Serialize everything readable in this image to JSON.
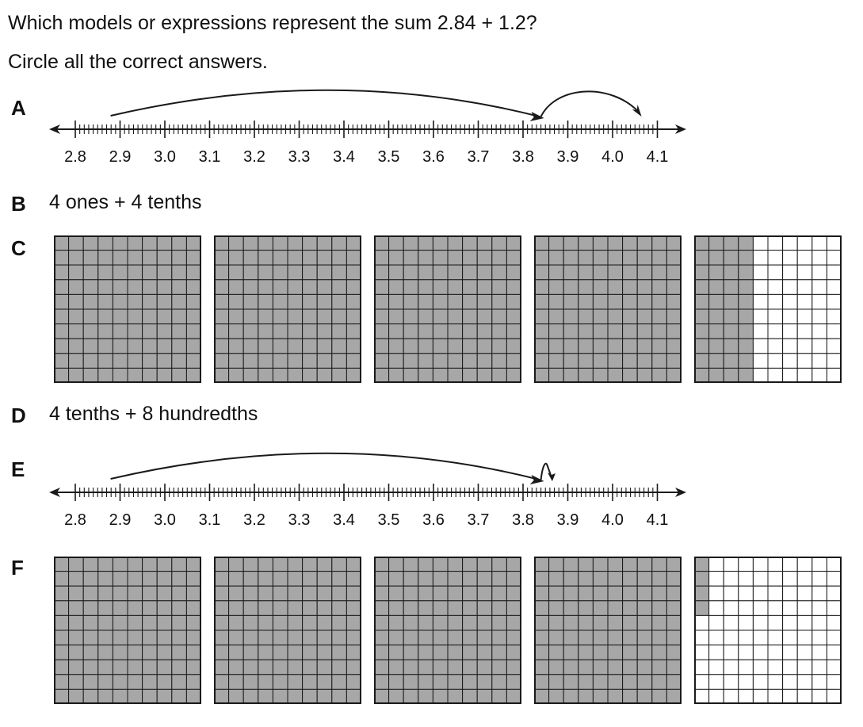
{
  "question": "Which models or expressions represent the sum 2.84 + 1.2?",
  "instruction": "Circle all the correct answers.",
  "options": {
    "A": {
      "letter": "A",
      "tick_labels": [
        "2.8",
        "2.9",
        "3.0",
        "3.1",
        "3.2",
        "3.3",
        "3.4",
        "3.5",
        "3.6",
        "3.7",
        "3.8",
        "3.9",
        "4.0",
        "4.1"
      ],
      "jumps": [
        {
          "from": 2.84,
          "to": 3.84
        },
        {
          "from": 3.84,
          "to": 4.04
        }
      ]
    },
    "B": {
      "letter": "B",
      "text": "4 ones + 4 tenths"
    },
    "C": {
      "letter": "C",
      "grid_shading": [
        "full",
        "full",
        "full",
        "full",
        "4 columns"
      ]
    },
    "D": {
      "letter": "D",
      "text": "4 tenths + 8 hundredths"
    },
    "E": {
      "letter": "E",
      "tick_labels": [
        "2.8",
        "2.9",
        "3.0",
        "3.1",
        "3.2",
        "3.3",
        "3.4",
        "3.5",
        "3.6",
        "3.7",
        "3.8",
        "3.9",
        "4.0",
        "4.1"
      ],
      "jumps": [
        {
          "from": 2.84,
          "to": 3.84
        },
        {
          "from": 3.84,
          "to": 3.86
        }
      ]
    },
    "F": {
      "letter": "F",
      "grid_shading": [
        "full",
        "full",
        "full",
        "full",
        "4 squares"
      ]
    }
  },
  "colors": {
    "shade": "#a7a7a7",
    "line": "#1a1a1a",
    "background": "#ffffff"
  }
}
